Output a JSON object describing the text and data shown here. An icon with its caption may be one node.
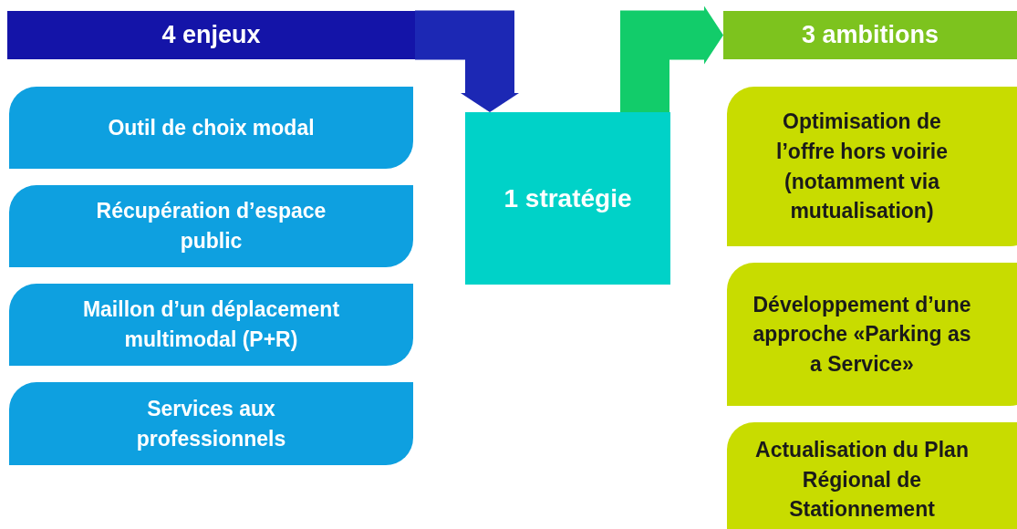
{
  "diagram": {
    "nodes": [
      {
        "text": [
          "4 enjeux"
        ]
      },
      {
        "text": [
          "Outil de choix modal"
        ]
      },
      {
        "text": [
          "Récupération d’espace public"
        ]
      },
      {
        "text": [
          "Maillon d’un déplacement multimodal (P+R)"
        ]
      },
      {
        "text": [
          "Services aux professionnels"
        ]
      },
      {
        "text": [
          "1 stratégie"
        ]
      },
      {
        "text": [
          "3 ambitions"
        ]
      },
      {
        "text": [
          "Optimisation de l’offre hors voirie (notamment via mutualisation)"
        ]
      },
      {
        "text": [
          "Développement d’une approche «Parking as a Service»"
        ]
      },
      {
        "text": [
          "Actualisation du Plan Régional de Stationnement"
        ]
      }
    ],
    "edges": [
      {
        "from": 0,
        "to": 5,
        "arrow": "to",
        "color": "#1c28b4"
      },
      {
        "from": 5,
        "to": 6,
        "arrow": "to",
        "color": "#12cc6a"
      }
    ]
  }
}
